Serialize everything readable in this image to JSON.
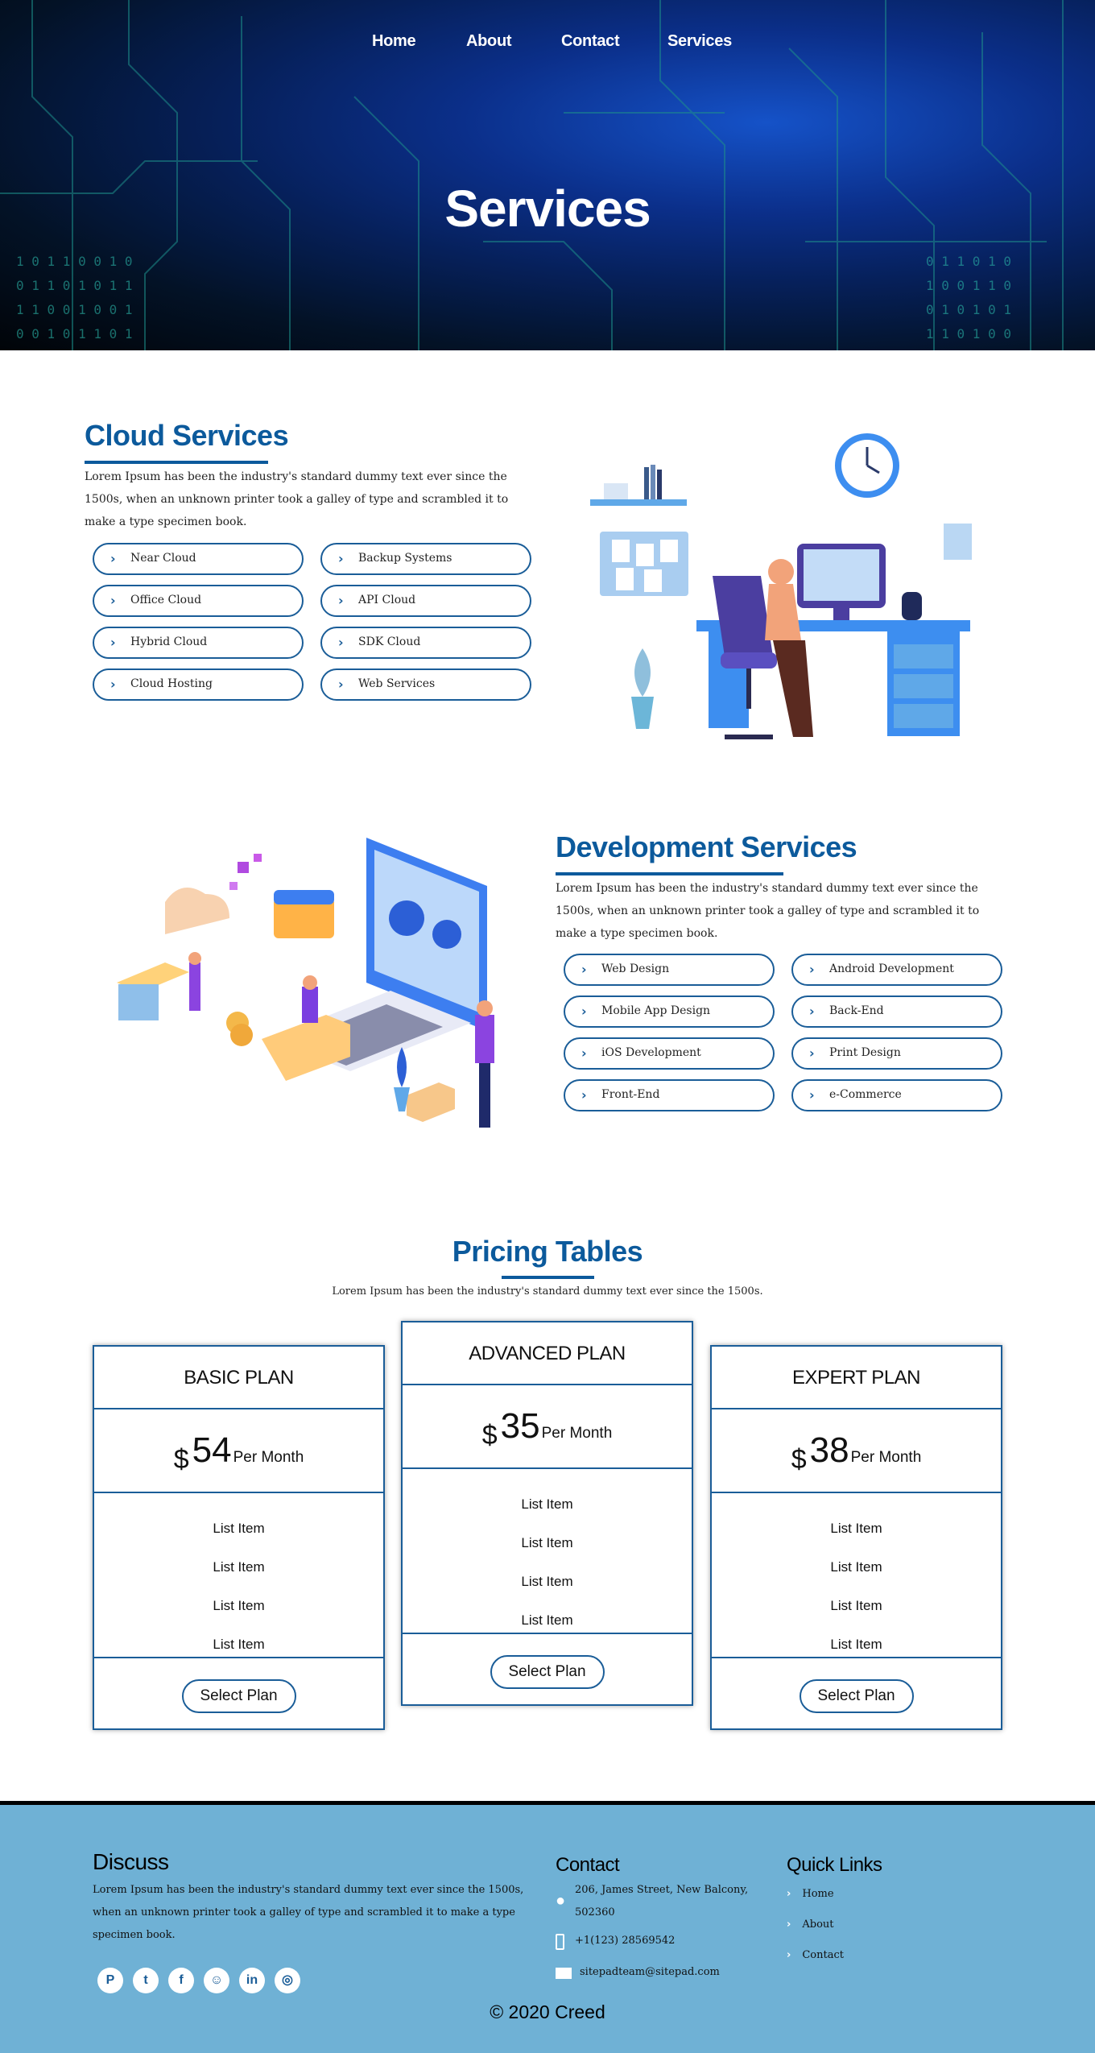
{
  "nav": {
    "items": [
      {
        "label": "Home"
      },
      {
        "label": "About"
      },
      {
        "label": "Contact"
      },
      {
        "label": "Services"
      }
    ]
  },
  "hero": {
    "title": "Services"
  },
  "cloud": {
    "title": "Cloud Services",
    "text": "Lorem Ipsum has been the industry's standard dummy text ever since the 1500s, when an unknown printer took a galley of type and scrambled it to make a type specimen book.",
    "items": [
      "Near Cloud",
      "Backup Systems",
      "Office Cloud",
      "API Cloud",
      "Hybrid Cloud",
      "SDK Cloud",
      "Cloud Hosting",
      "Web Services"
    ]
  },
  "dev": {
    "title": "Development Services",
    "text": "Lorem Ipsum has been the industry's standard dummy text ever since the 1500s, when an unknown printer took a galley of type and scrambled it to make a type specimen book.",
    "items": [
      "Web Design",
      "Android Development",
      "Mobile App Design",
      "Back-End",
      "iOS Development",
      "Print Design",
      "Front-End",
      "e-Commerce"
    ]
  },
  "pricing": {
    "title": "Pricing Tables",
    "subtitle": "Lorem Ipsum has been the industry's standard dummy text ever since the 1500s.",
    "currency": "$",
    "per": "Per Month",
    "button": "Select Plan",
    "plans": [
      {
        "name": "BASIC PLAN",
        "price": "54",
        "items": [
          "List Item",
          "List Item",
          "List Item",
          "List Item"
        ]
      },
      {
        "name": "ADVANCED PLAN",
        "price": "35",
        "items": [
          "List Item",
          "List Item",
          "List Item",
          "List Item"
        ]
      },
      {
        "name": "EXPERT PLAN",
        "price": "38",
        "items": [
          "List Item",
          "List Item",
          "List Item",
          "List Item"
        ]
      }
    ]
  },
  "footer": {
    "discuss": {
      "title": "Discuss",
      "text": "Lorem Ipsum has been the industry's standard dummy text ever since the 1500s, when an unknown printer took a galley of type and scrambled it to make a type specimen book."
    },
    "social": [
      "pinterest",
      "twitter",
      "facebook",
      "snapchat",
      "linkedin",
      "instagram"
    ],
    "contact": {
      "title": "Contact",
      "address": "206, James Street, New Balcony, 502360",
      "phone": "+1(123) 28569542",
      "email": "sitepadteam@sitepad.com"
    },
    "quick_links": {
      "title": "Quick Links",
      "items": [
        "Home",
        "About",
        "Contact"
      ]
    },
    "copyright": "© 2020 Creed"
  },
  "colors": {
    "accent": "#0c5a9c",
    "footer_bg": "#6fb1d5"
  }
}
